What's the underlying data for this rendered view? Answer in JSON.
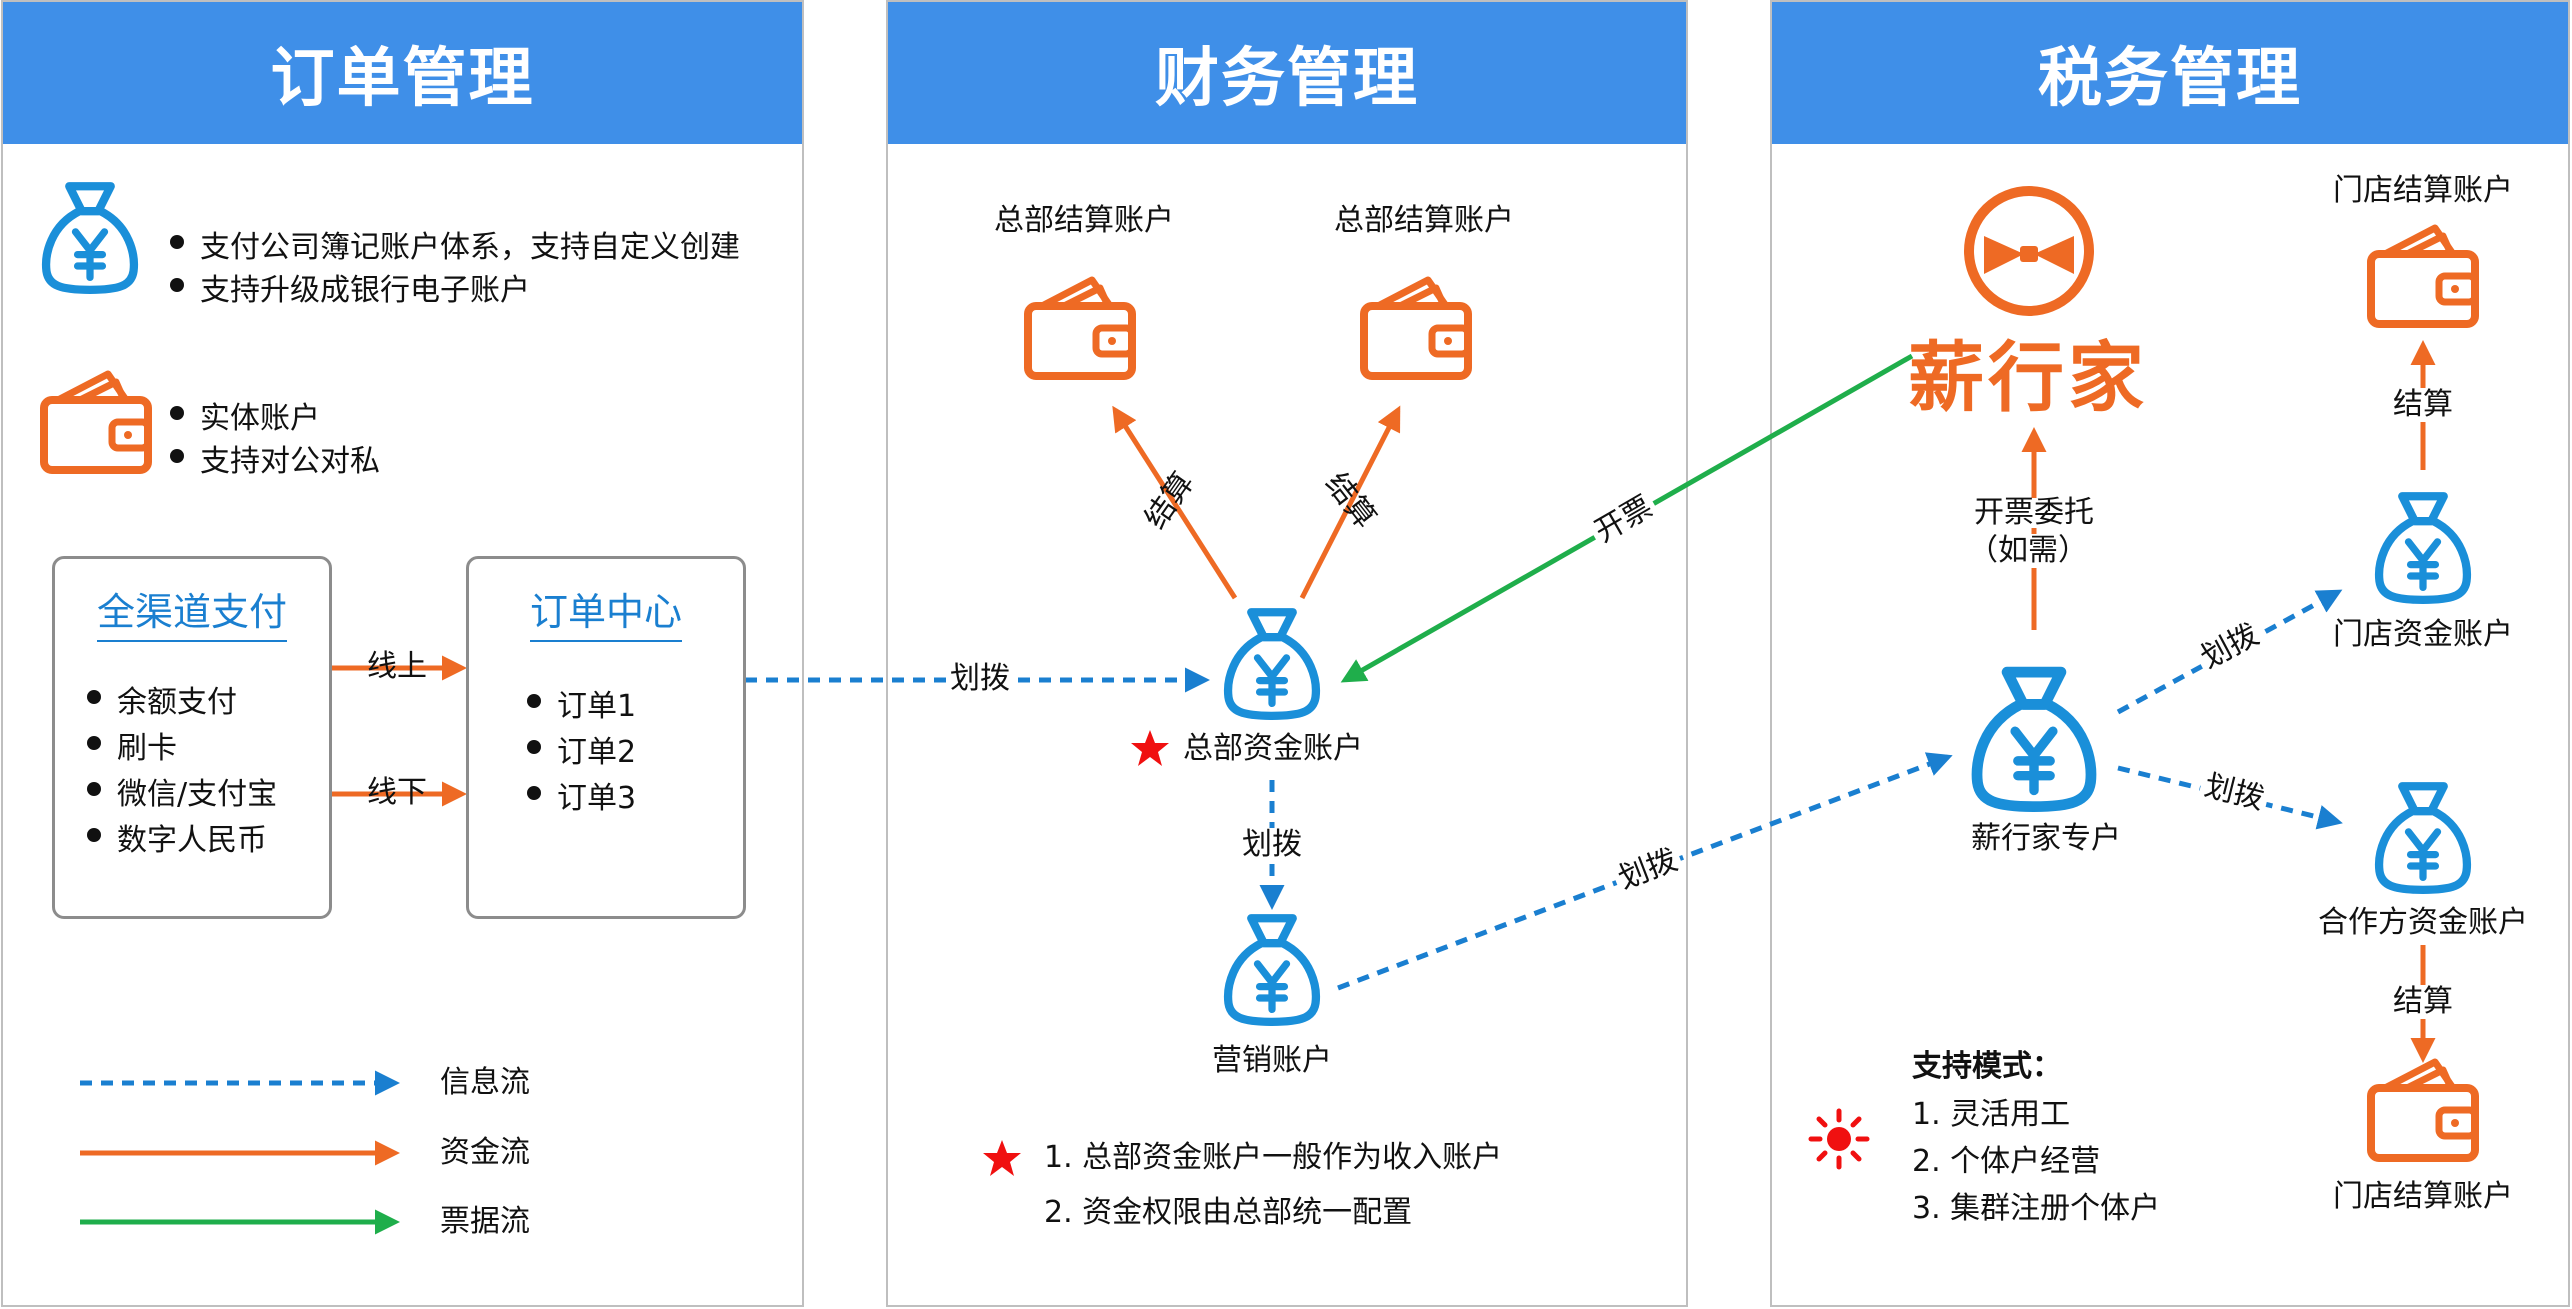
{
  "colors": {
    "header": "#3f8fe8",
    "info_flow": "#1a7fd0",
    "fund_flow": "#ee6a24",
    "bill_flow": "#1fae4b",
    "money_bag": "#1a8fd9",
    "wallet": "#ee6a24",
    "star": "#f01010",
    "logo": "#ee6a24"
  },
  "panels": {
    "order": {
      "title": "订单管理"
    },
    "finance": {
      "title": "财务管理"
    },
    "tax": {
      "title": "税务管理"
    }
  },
  "order": {
    "virtual_account_bullets": [
      "支付公司簿记账户体系，支持自定义创建",
      "支持升级成银行电子账户"
    ],
    "physical_account_bullets": [
      "实体账户",
      "支持对公对私"
    ],
    "omni_pay": {
      "title": "全渠道支付",
      "items": [
        "余额支付",
        "刷卡",
        "微信/支付宝",
        "数字人民币"
      ]
    },
    "order_center": {
      "title": "订单中心",
      "items": [
        "订单1",
        "订单2",
        "订单3"
      ]
    },
    "online_label": "线上",
    "offline_label": "线下",
    "legend": [
      {
        "label": "信息流",
        "color": "#1a7fd0",
        "dashed": true
      },
      {
        "label": "资金流",
        "color": "#ee6a24",
        "dashed": false
      },
      {
        "label": "票据流",
        "color": "#1fae4b",
        "dashed": false
      }
    ]
  },
  "finance": {
    "hq_settle_left": "总部结算账户",
    "hq_settle_right": "总部结算账户",
    "settle_left": "结算",
    "settle_right": "结算",
    "hq_fund_account": "总部资金账户",
    "transfer_in": "划拨",
    "transfer_down": "划拨",
    "marketing_account": "营销账户",
    "notes": [
      "1. 总部资金账户一般作为收入账户",
      "2. 资金权限由总部统一配置"
    ]
  },
  "cross": {
    "invoice_label": "开票",
    "transfer_label": "划拨"
  },
  "tax": {
    "logo_text": "薪行家",
    "invoice_entrust": "开票委托",
    "if_needed": "（如需）",
    "xhj_account": "薪行家专户",
    "transfer_up": "划拨",
    "transfer_down": "划拨",
    "store_fund_account": "门店资金账户",
    "partner_fund_account": "合作方资金账户",
    "store_settle_top": "门店结算账户",
    "store_settle_bottom": "门店结算账户",
    "settle_top": "结算",
    "settle_bottom": "结算",
    "modes_title": "支持模式：",
    "modes": [
      "1. 灵活用工",
      "2. 个体户经营",
      "3. 集群注册个体户"
    ]
  }
}
